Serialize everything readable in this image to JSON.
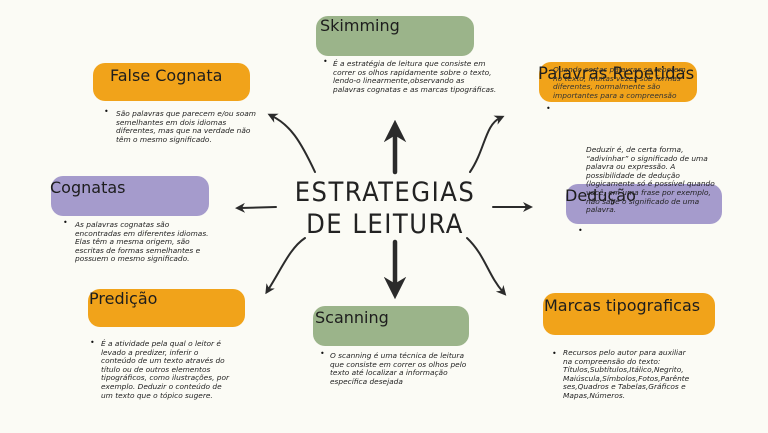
{
  "center": {
    "line1": "ESTRATEGIAS",
    "line2": "DE LEITURA"
  },
  "colors": {
    "orange": "#f1a31a",
    "green": "#9bb48a",
    "purple": "#a59bcc",
    "arrow": "#2b2b2b"
  },
  "nodes": {
    "skimming": {
      "title": "Skimming",
      "text": "É a estratégia de leitura que consiste em correr os olhos rapidamente sobre o texto, lendo-o linearmente,observando as palavras cognatas e as marcas tipográficas."
    },
    "false_cognata": {
      "title": "False Cognata",
      "text": "São palavras que parecem e/ou soam semelhantes em dois idiomas diferentes, mas que na verdade não têm o mesmo significado."
    },
    "palavras_repetidas": {
      "title": "Palavras Repetidas",
      "text": "Quando certas palavras se repetem no texto, muitas vezes sob formas diferentes, normalmente são importantes para a compreensão"
    },
    "cognatas": {
      "title": "Cognatas",
      "text": "As palavras cognatas são encontradas em diferentes idiomas. Elas têm a mesma origem, são escritas de formas semelhantes e possuem o mesmo significado."
    },
    "deducao": {
      "title": "Dedução",
      "text": "Deduzir é, de certa forma, “adivinhar” o significado de uma palavra ou expressão. A possibilidade de dedução (logicamente só é possível quando você, em uma frase por exemplo, não sabe o significado de uma palavra."
    },
    "predicao": {
      "title": "Predição",
      "text": "É a atividade pela qual o leitor é levado a predizer, inferir o conteúdo de um texto através do título ou de outros elementos tipográficos, como ilustrações, por exemplo. Deduzir o conteúdo de um texto que o tópico sugere."
    },
    "scanning": {
      "title": "Scanning",
      "text": "O scanning é uma técnica de leitura que consiste em correr os olhos pelo texto até localizar a informação específica desejada"
    },
    "marcas": {
      "title": "Marcas tipograficas",
      "text": "Recursos pelo autor para auxiliar na compreensão do texto: Títulos,Subtítulos,Itálico,Negrito, Maiúscula,Símbolos,Fotos,Parênte ses,Quadros e Tabelas,Gráficos e Mapas,Números."
    }
  }
}
